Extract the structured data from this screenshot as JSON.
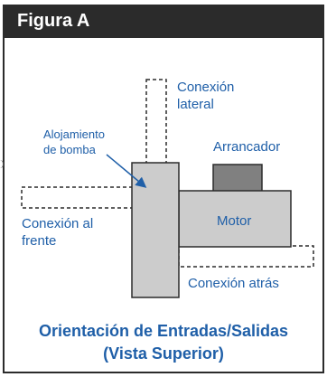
{
  "figure": {
    "title": "Figura A",
    "caption_line_1": "Orientación de Entradas/Salidas",
    "caption_line_2": "(Vista Superior)"
  },
  "labels": {
    "side_connection_line_1": "Conexión",
    "side_connection_line_2": "lateral",
    "pump_housing_line_1": "Alojamiento",
    "pump_housing_line_2": "de bomba",
    "starter": "Arrancador",
    "motor": "Motor",
    "front_connection_line_1": "Conexión al",
    "front_connection_line_2": "frente",
    "back_connection": "Conexión atrás"
  },
  "colors": {
    "header_bg": "#2b2b2b",
    "header_text": "#ffffff",
    "accent_blue": "#1f5fa8",
    "pump_fill": "#cccccc",
    "motor_fill": "#cccccc",
    "starter_fill": "#808080",
    "outline": "#2b2b2b"
  }
}
